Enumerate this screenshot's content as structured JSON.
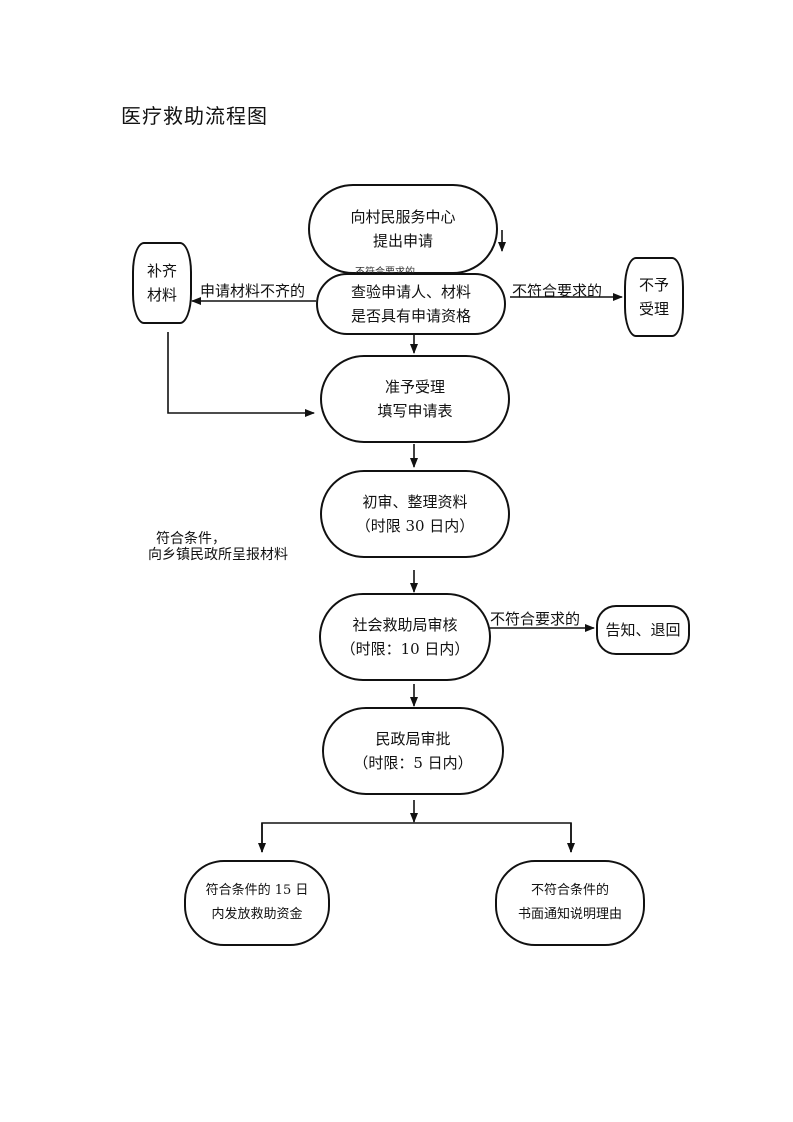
{
  "title": "医疗救助流程图",
  "nodes": {
    "apply": [
      "向村民服务中心",
      "提出申请"
    ],
    "check": [
      "查验申请人、材料",
      "是否具有申请资格"
    ],
    "supplement": [
      "补齐",
      "材料"
    ],
    "reject": [
      "不予",
      "受理"
    ],
    "accept": [
      "准予受理",
      "填写申请表"
    ],
    "review": [
      "初审、整理资料",
      "（时限 30 日内）"
    ],
    "bureau_review": [
      "社会救助局审核",
      "（时限：10 日内）"
    ],
    "notify_return": [
      "告知、退回"
    ],
    "approve": [
      "民政局审批",
      "（时限：5 日内）"
    ],
    "grant": [
      "符合条件的 15 日",
      "内发放救助资金"
    ],
    "deny": [
      "不符合条件的",
      "书面通知说明理由"
    ]
  },
  "edge_labels": {
    "incomplete": "申请材料不齐的",
    "not_qualified_check": "不符合要求的",
    "not_qualified_check_ghost": "不符合要求的",
    "not_qualified_bureau": "不符合要求的"
  },
  "note": [
    "符合条件，",
    "向乡镇民政所呈报材料"
  ]
}
